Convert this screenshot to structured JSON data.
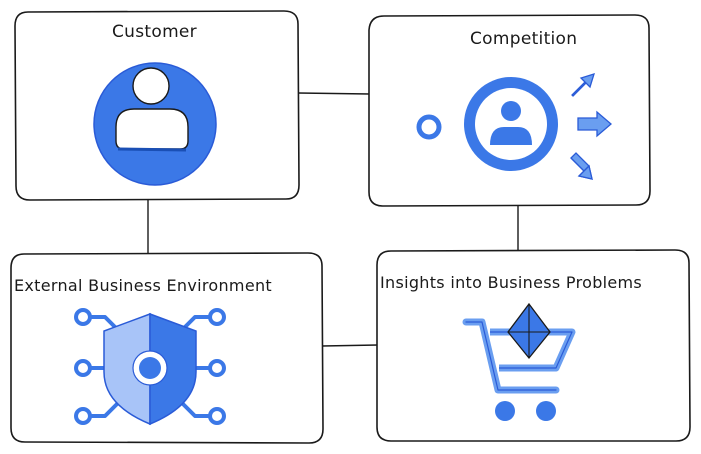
{
  "diagram": {
    "boxes": [
      {
        "id": "customer",
        "title": "Customer"
      },
      {
        "id": "competition",
        "title": "Competition"
      },
      {
        "id": "external",
        "title": "External Business Environment"
      },
      {
        "id": "insights",
        "title": "Insights into Business Problems"
      }
    ],
    "connectors": [
      {
        "from": "customer",
        "to": "competition"
      },
      {
        "from": "customer",
        "to": "external"
      },
      {
        "from": "competition",
        "to": "insights"
      },
      {
        "from": "external",
        "to": "insights"
      }
    ],
    "icons": {
      "customer": "person-circle-icon",
      "competition": "competitor-arrows-icon",
      "external": "security-shield-network-icon",
      "insights": "shopping-cart-icon"
    },
    "colors": {
      "primary_blue": "#3b78e7",
      "light_blue": "#a8c4f8",
      "mid_blue": "#6a9ef0",
      "stroke": "#1a1a1a",
      "icon_stroke": "#2a5bd7"
    }
  }
}
